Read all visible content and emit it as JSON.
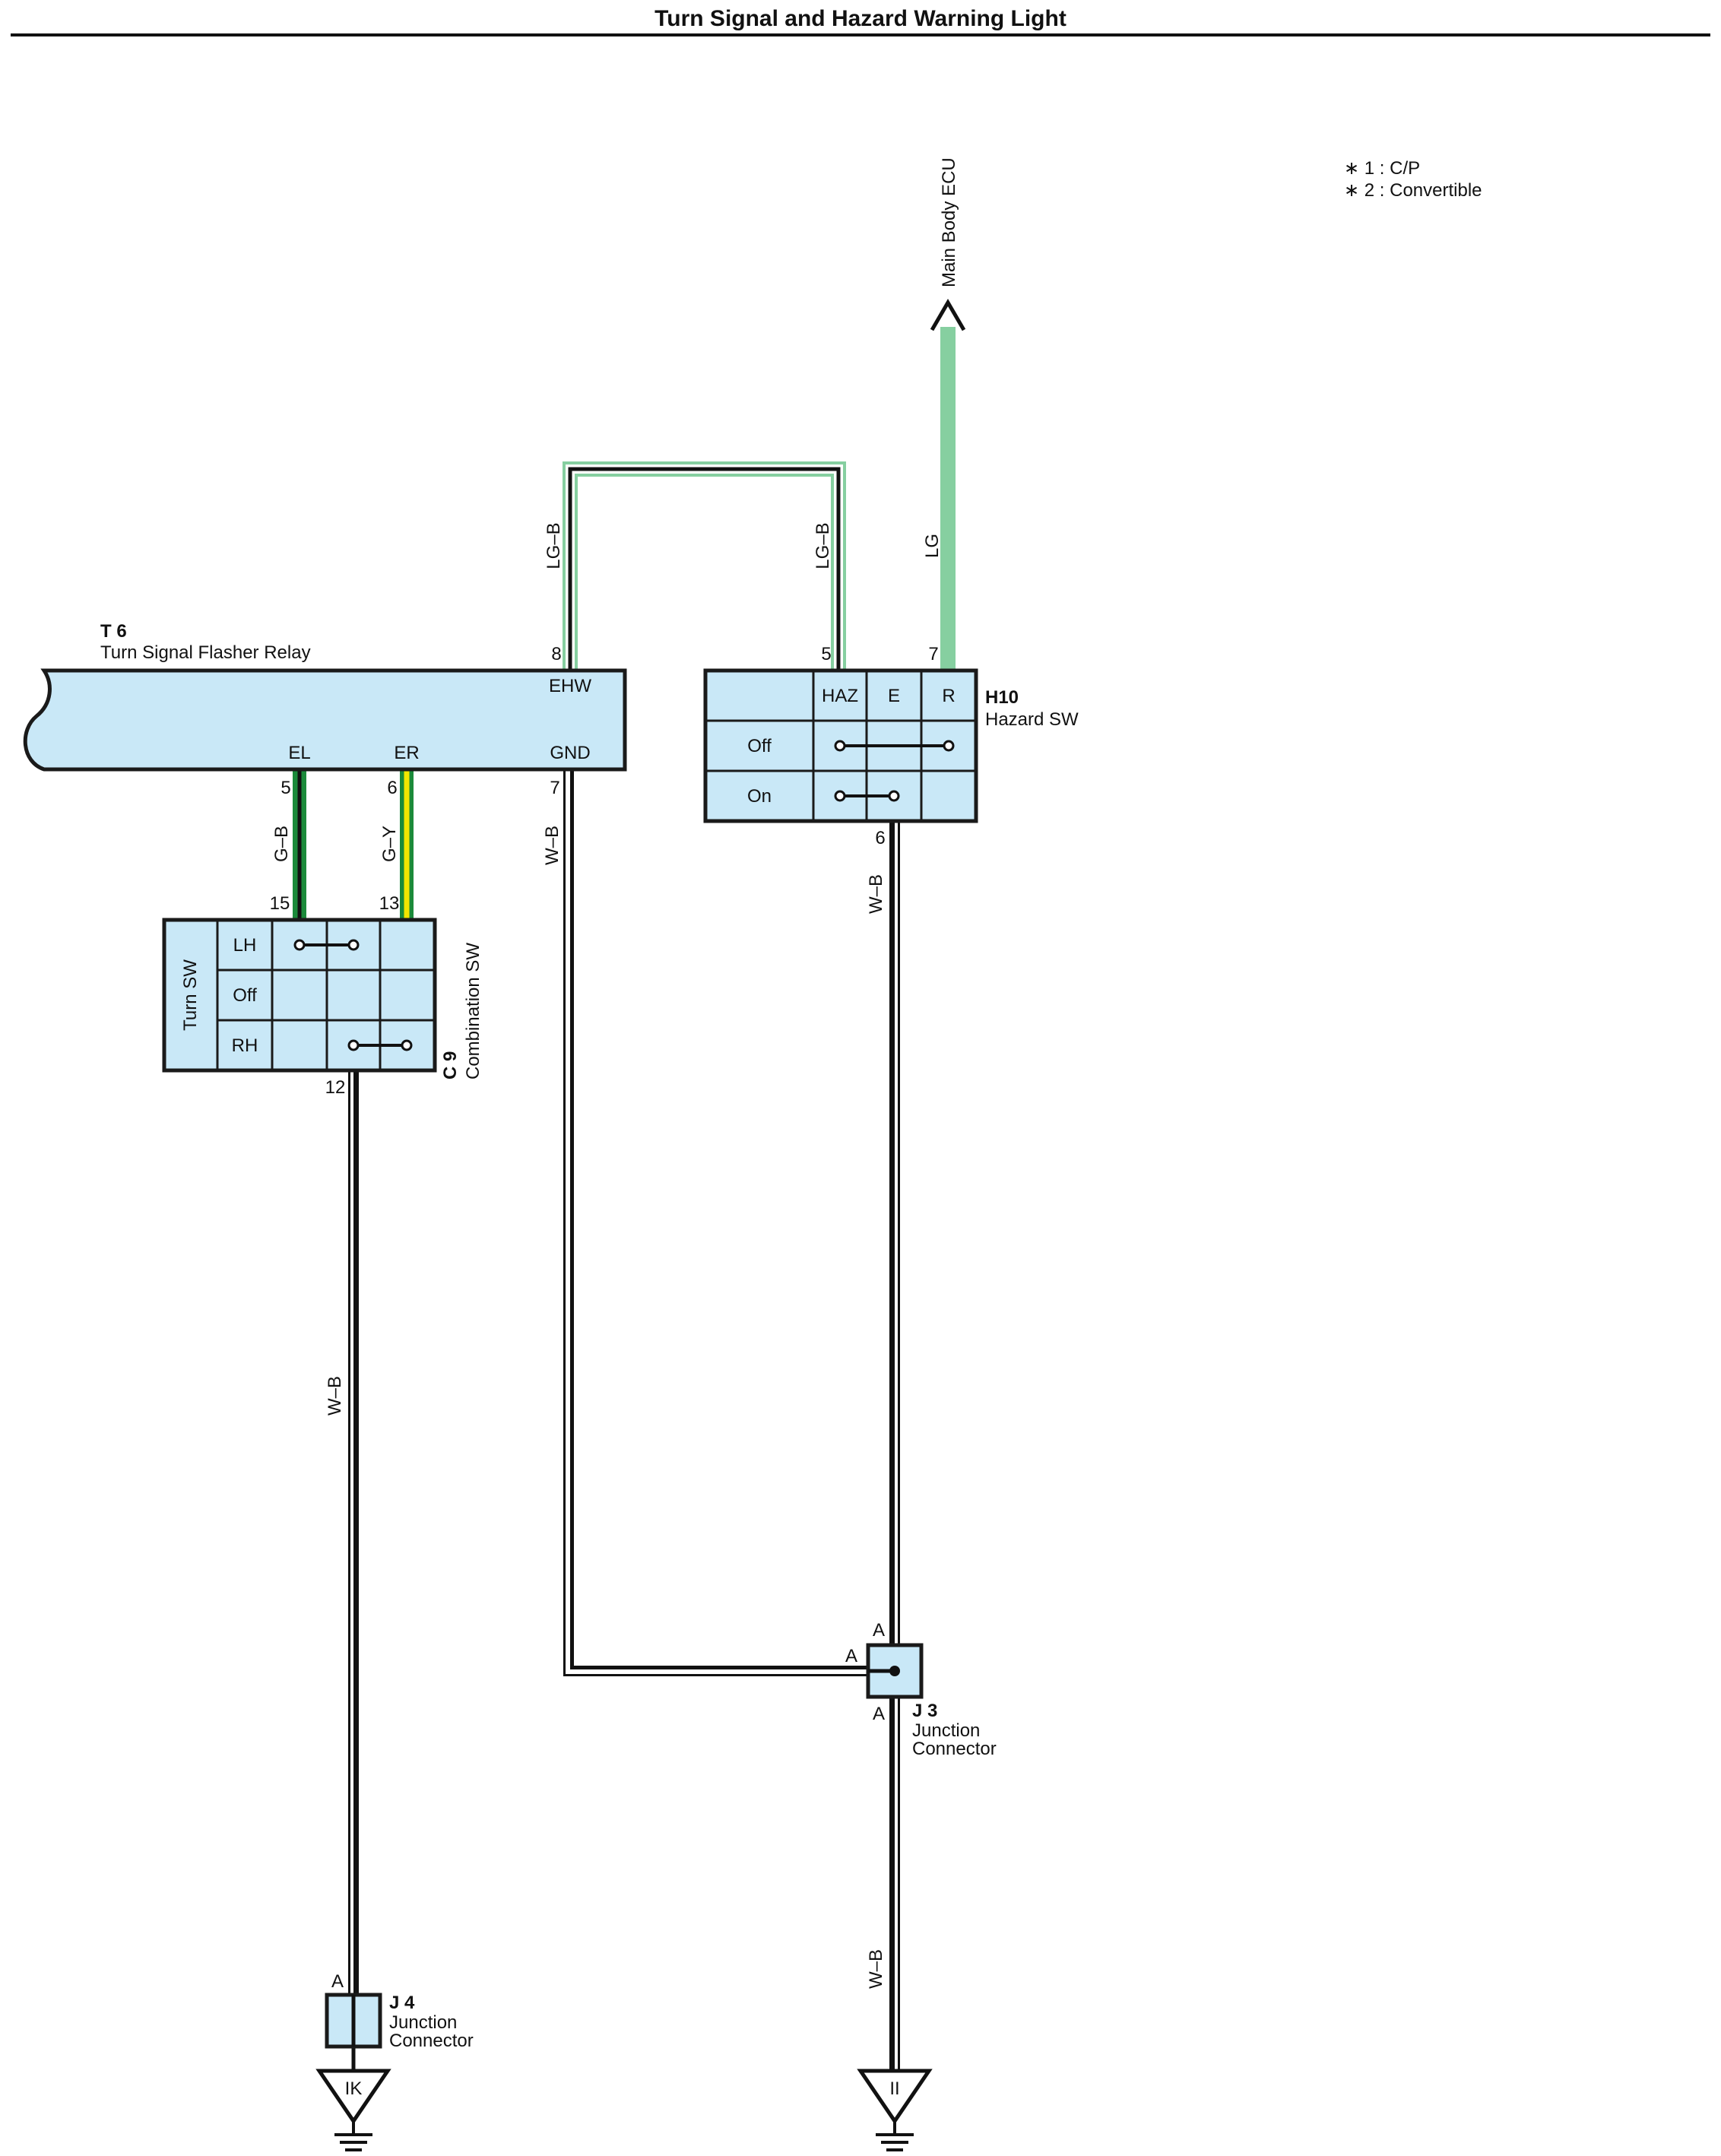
{
  "title": "Turn Signal and Hazard Warning Light",
  "notes": [
    "∗ 1 : C/P",
    "∗ 2 : Convertible"
  ],
  "components": {
    "t6": {
      "code": "T 6",
      "name": "Turn Signal Flasher Relay",
      "terminals": {
        "ehw": "EHW",
        "el": "EL",
        "er": "ER",
        "gnd": "GND"
      },
      "pins": {
        "ehw": "8",
        "el": "5",
        "er": "6",
        "gnd": "7"
      }
    },
    "h10": {
      "code": "H10",
      "name": "Hazard SW",
      "columns": [
        "HAZ",
        "E",
        "R"
      ],
      "rows": [
        "Off",
        "On"
      ],
      "pins": {
        "haz": "5",
        "r": "7",
        "e": "6"
      }
    },
    "c9": {
      "code": "C 9",
      "name": "Combination SW",
      "group": "Turn SW",
      "rows": [
        "LH",
        "Off",
        "RH"
      ],
      "pins": {
        "left": "15",
        "right": "13",
        "bottom": "12"
      }
    },
    "j3": {
      "code": "J 3",
      "name_line1": "Junction",
      "name_line2": "Connector",
      "pins": {
        "top": "A",
        "left": "A",
        "bottom": "A"
      }
    },
    "j4": {
      "code": "J 4",
      "name_line1": "Junction",
      "name_line2": "Connector",
      "pins": {
        "top": "A"
      }
    }
  },
  "destination": "Main Body ECU",
  "wires": {
    "lgb_left": "LG–B",
    "lgb_right": "LG–B",
    "lg": "LG",
    "gb": "G–B",
    "gy": "G–Y",
    "wb_gnd": "W–B",
    "wb_h10": "W–B",
    "wb_c9": "W–B",
    "wb_j3": "W–B"
  },
  "grounds": {
    "ik": "IK",
    "ii": "II"
  },
  "colors": {
    "light_green": "#86cfa0",
    "green": "#1b8a3a",
    "yellow": "#f2e600",
    "component_fill": "#c9e8f7",
    "black": "#111111"
  }
}
